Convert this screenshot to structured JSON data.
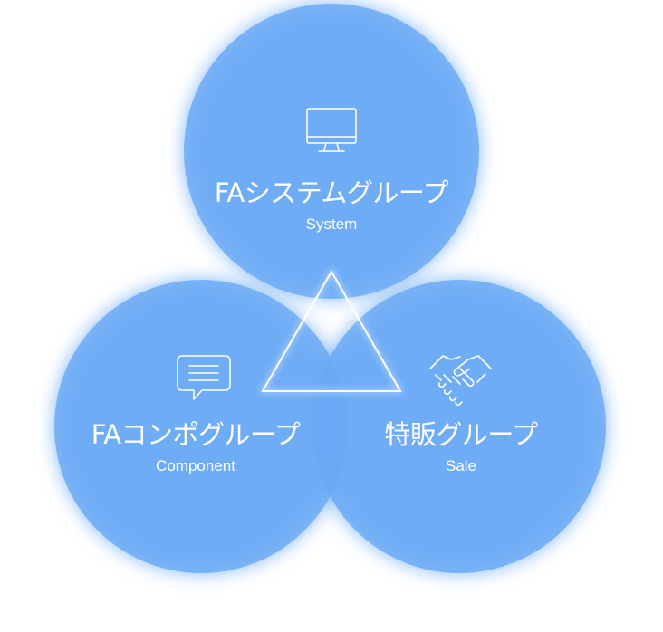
{
  "diagram": {
    "colors": {
      "circle_fill": "#6aa9f5",
      "circle_glow": "#8ec0fa",
      "overlap_fill": "#4f94f0",
      "text": "#ffffff",
      "triangle_stroke": "#ffffff"
    },
    "groups": [
      {
        "id": "system",
        "title_jp": "FAシステムグループ",
        "title_en": "System",
        "icon": "monitor-icon"
      },
      {
        "id": "component",
        "title_jp": "FAコンポグループ",
        "title_en": "Component",
        "icon": "chat-bubble-icon"
      },
      {
        "id": "sale",
        "title_jp": "特販グループ",
        "title_en": "Sale",
        "icon": "handshake-icon"
      }
    ],
    "center_icon": "triangle-icon"
  }
}
